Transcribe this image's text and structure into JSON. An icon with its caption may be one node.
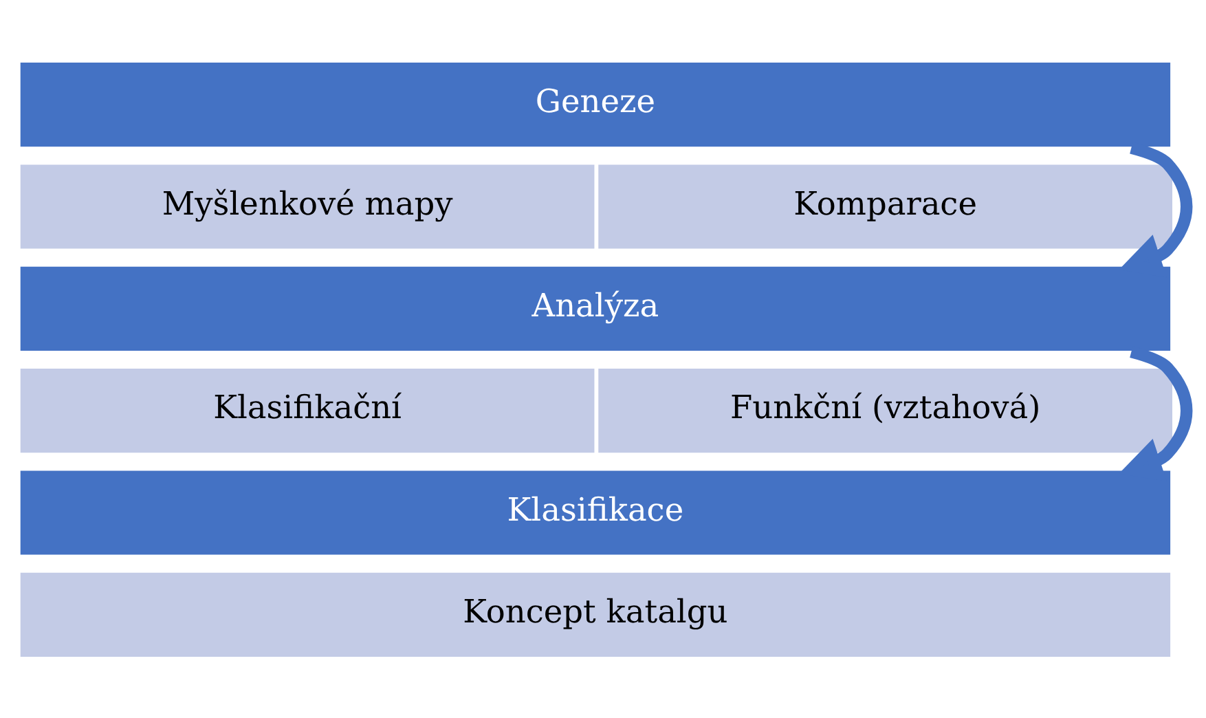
{
  "diagram": {
    "nodes": [
      {
        "text": [
          "Geneze"
        ]
      },
      {
        "text": [
          "Myšlenkové mapy"
        ]
      },
      {
        "text": [
          "Komparace"
        ]
      },
      {
        "text": [
          "Analýza"
        ]
      },
      {
        "text": [
          "Klasifikační"
        ]
      },
      {
        "text": [
          "Funkční (vztahová)"
        ]
      },
      {
        "text": [
          "Klasifikace"
        ]
      },
      {
        "text": [
          "Koncept katalgu"
        ]
      }
    ],
    "edges": [
      {
        "from": 0,
        "to": 3,
        "arrow": "to"
      },
      {
        "from": 3,
        "to": 6,
        "arrow": "to"
      }
    ]
  }
}
